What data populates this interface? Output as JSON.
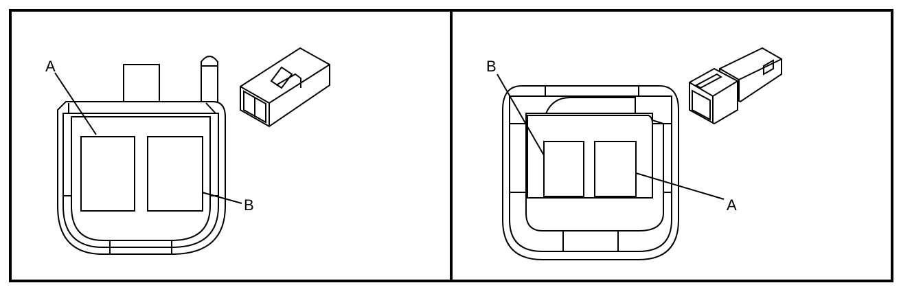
{
  "diagram": {
    "panels": [
      {
        "id": "left",
        "labels": {
          "a": "A",
          "b": "B"
        }
      },
      {
        "id": "right",
        "labels": {
          "a": "A",
          "b": "B"
        }
      }
    ],
    "colors": {
      "line": "#000000",
      "background": "#ffffff"
    }
  }
}
